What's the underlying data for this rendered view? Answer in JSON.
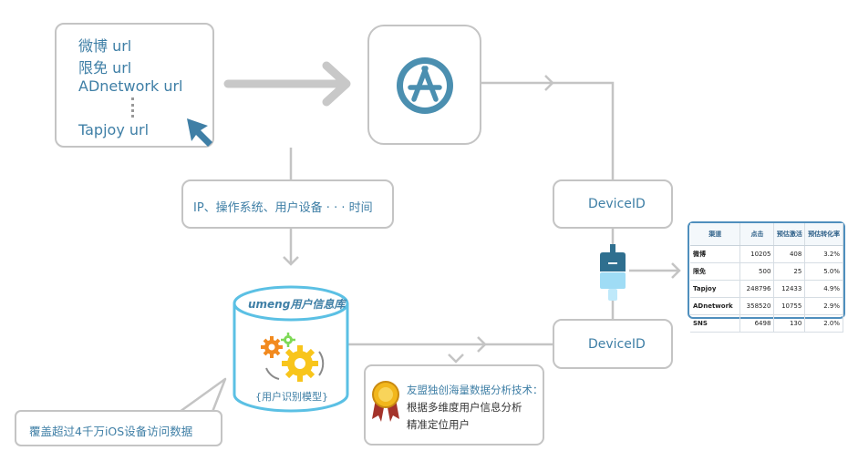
{
  "sources": [
    "微博  url",
    "限免  url",
    "ADnetwork  url",
    "Tapjoy  url"
  ],
  "collect_label": "IP、操作系统、用户设备 · · · 时间",
  "db": {
    "title": "umeng用户信息库",
    "caption": "{用户识别模型}"
  },
  "coverage_callout": "覆盖超过4千万iOS设备访问数据",
  "tech_callout": {
    "title": "友盟独创海量数据分析技术：",
    "line1": "根据多维度用户信息分析",
    "line2": "精准定位用户"
  },
  "deviceid_top": "DeviceID",
  "deviceid_bottom": "DeviceID",
  "table": {
    "headers": [
      "渠道",
      "点击",
      "预估激活",
      "预估转化率"
    ],
    "rows": [
      {
        "channel": "微博",
        "clicks": "10205",
        "activations": "408",
        "rate": "3.2%"
      },
      {
        "channel": "限免",
        "clicks": "500",
        "activations": "25",
        "rate": "5.0%"
      },
      {
        "channel": "Tapjoy",
        "clicks": "248796",
        "activations": "12433",
        "rate": "4.9%"
      },
      {
        "channel": "ADnetwork",
        "clicks": "358520",
        "activations": "10755",
        "rate": "2.9%"
      },
      {
        "channel": "SNS",
        "clicks": "6498",
        "activations": "130",
        "rate": "2.0%"
      }
    ]
  },
  "colors": {
    "accent": "#3f7fa6",
    "border": "#c4c4c4",
    "db_border": "#5bc0e4",
    "gear_orange": "#f28a1f",
    "gear_yellow": "#f8c51c",
    "gear_green": "#7ed957"
  }
}
